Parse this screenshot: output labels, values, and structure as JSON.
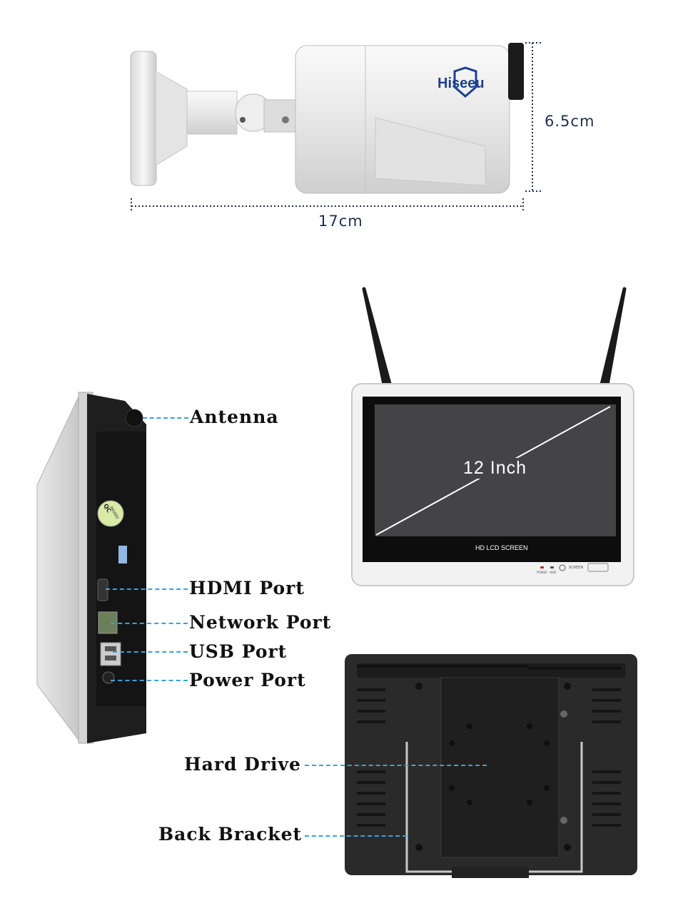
{
  "camera": {
    "brand": "Hiseeu",
    "height_label": "6.5cm",
    "length_label": "17cm"
  },
  "monitor_front": {
    "size_label": "12 Inch",
    "screen_caption": "HD LCD SCREEN",
    "indicator_labels": [
      "POWER",
      "HDD"
    ],
    "button_label": "SCREEN"
  },
  "side_callouts": {
    "antenna": "Antenna",
    "hdmi": "HDMI Port",
    "network": "Network Port",
    "usb": "USB Port",
    "power": "Power Port"
  },
  "back_callouts": {
    "hard_drive": "Hard Drive",
    "bracket": "Back Bracket"
  },
  "qc_sticker": {
    "line1": "QC",
    "line2": "PASSED"
  },
  "colors": {
    "leader": "#3aa0dc",
    "dimension_text": "#1f2f4a",
    "brand_blue": "#1d3f8f"
  }
}
